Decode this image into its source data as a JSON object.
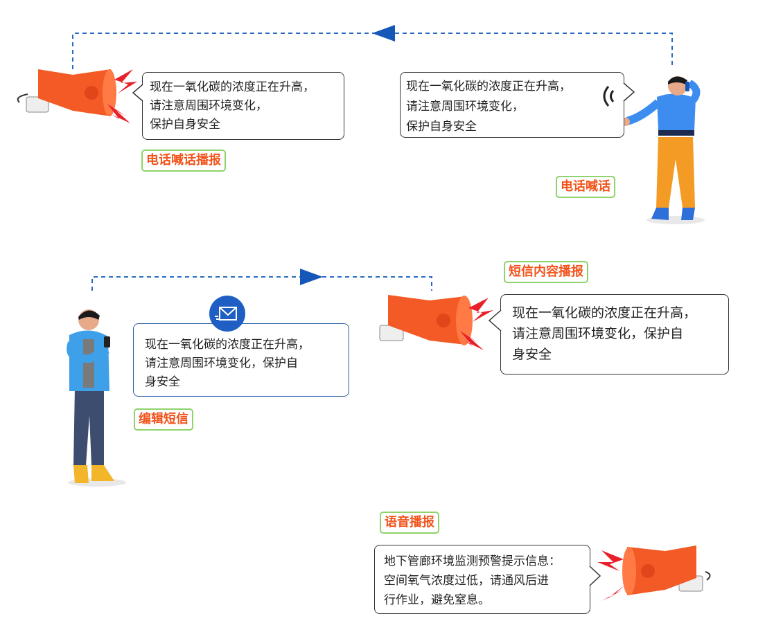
{
  "colors": {
    "dashed_line": "#2a6bc0",
    "arrow": "#1457b8",
    "tag_text": "#f2541b",
    "tag_border": "#8fd36a",
    "speaker": "#f35a25",
    "lightning": "#e8202a"
  },
  "sections": {
    "phone": {
      "speaker_bubble": "现在一氧化碳的浓度正在升高，\n请注意周围环境变化，\n保护自身安全",
      "speaker_tag": "电话喊话播报",
      "caller_bubble": "现在一氧化碳的浓度正在升高，\n请注意周围环境变化，\n保护自身安全",
      "caller_tag": "电话喊话"
    },
    "sms": {
      "phone_bubble": "现在一氧化碳的浓度正在升高，\n请注意周围环境变化，保护自\n身安全",
      "phone_tag": "编辑短信",
      "speaker_tag": "短信内容播报",
      "speaker_bubble": "现在一氧化碳的浓度正在升高，\n请注意周围环境变化，保护自\n身安全"
    },
    "voice": {
      "tag": "语音播报",
      "bubble": "地下管廊环境监测预警提示信息：\n空间氧气浓度过低，请通风后进\n行作业，避免窒息。"
    }
  },
  "icons": [
    "megaphone-icon",
    "lightning-icon",
    "envelope-icon",
    "sound-wave-icon",
    "arrow-left-icon",
    "arrow-right-icon"
  ]
}
